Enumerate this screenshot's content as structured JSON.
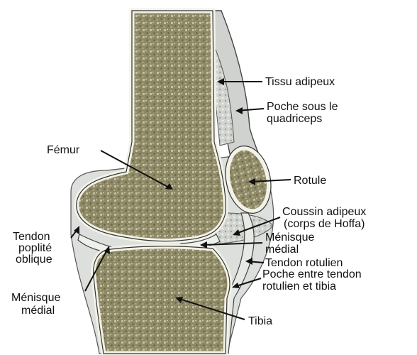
{
  "labels": {
    "tissu_adipeux": "Tissu adipeux",
    "poche_sous_quadriceps": [
      "Poche sous le",
      "quadriceps"
    ],
    "femur": "Fémur",
    "rotule": "Rotule",
    "coussin_adipeux": [
      "Coussin adipeux",
      "(corps de Hoffa)"
    ],
    "tendon_poplite": [
      "Tendon",
      "poplité",
      "oblique"
    ],
    "menisque_medial_right": [
      "Ménisque",
      "médial"
    ],
    "tendon_rotulien": "Tendon rotulien",
    "poche_tendon_tibia": [
      "Poche entre tendon",
      "rotulien et tibia"
    ],
    "menisque_medial_left": [
      "Ménisque",
      "médial"
    ],
    "tibia": "Tibia"
  },
  "colors": {
    "bone_fill": "#8f8a68",
    "bone_rim": "#f4f3ea",
    "soft_tissue": "#d6dad6",
    "outline": "#2a2a2a",
    "leader": "#111111"
  }
}
